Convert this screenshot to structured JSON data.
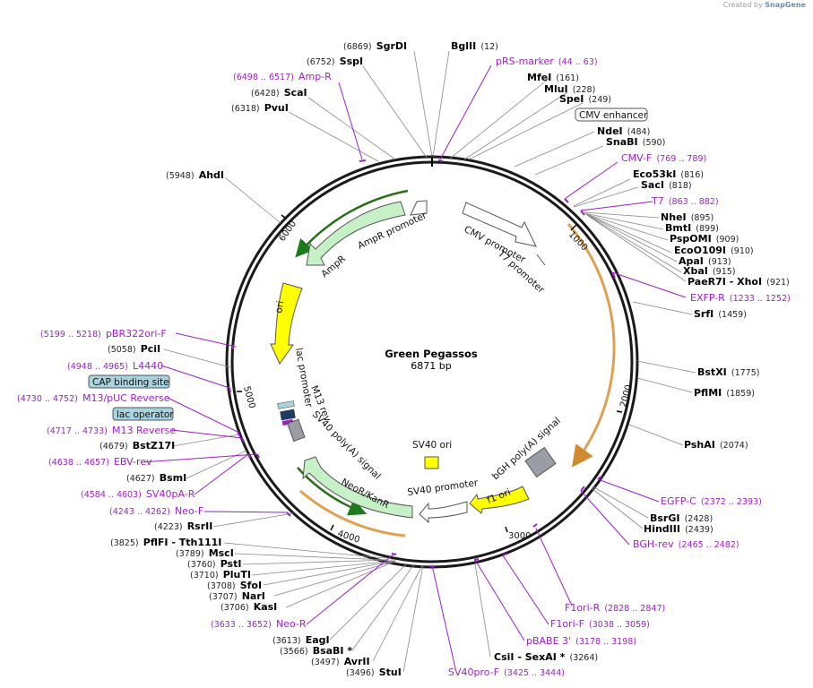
{
  "credit": {
    "prefix": "Created by",
    "brand": "SnapGene"
  },
  "plasmid": {
    "name": "Green Pegassos",
    "length_label": "6871 bp",
    "length": 6871
  },
  "ticks": [
    "1000",
    "2000",
    "3000",
    "4000",
    "5000",
    "6000"
  ],
  "tick_values": [
    1000,
    2000,
    3000,
    4000,
    5000,
    6000
  ],
  "colors": {
    "backbone": "#1a1a1a",
    "enzyme_line": "#888888",
    "primer": "#9b1fc8",
    "green": "#c6f0c6",
    "yellow": "#ffff00",
    "orange_stripe": "#e0a050",
    "grey": "#999ea6",
    "teal": "#a7d3de"
  },
  "enzymes": [
    {
      "name": "SgrDI",
      "pos": "(6869)"
    },
    {
      "name": "BglII",
      "pos": "(12)"
    },
    {
      "name": "SspI",
      "pos": "(6752)"
    },
    {
      "name": "ScaI",
      "pos": "(6428)"
    },
    {
      "name": "PvuI",
      "pos": "(6318)"
    },
    {
      "name": "AhdI",
      "pos": "(5948)"
    },
    {
      "name": "MfeI",
      "pos": "(161)"
    },
    {
      "name": "MluI",
      "pos": "(228)"
    },
    {
      "name": "SpeI",
      "pos": "(249)"
    },
    {
      "name": "NdeI",
      "pos": "(484)"
    },
    {
      "name": "SnaBI",
      "pos": "(590)"
    },
    {
      "name": "Eco53kI",
      "pos": "(816)"
    },
    {
      "name": "SacI",
      "pos": "(818)"
    },
    {
      "name": "NheI",
      "pos": "(895)"
    },
    {
      "name": "BmtI",
      "pos": "(899)"
    },
    {
      "name": "PspOMI",
      "pos": "(909)"
    },
    {
      "name": "EcoO109I",
      "pos": "(910)"
    },
    {
      "name": "ApaI",
      "pos": "(913)"
    },
    {
      "name": "XbaI",
      "pos": "(915)"
    },
    {
      "name": "PaeR7I",
      "name2": "XhoI",
      "pos": "(921)"
    },
    {
      "name": "SrfI",
      "pos": "(1459)"
    },
    {
      "name": "BstXI",
      "pos": "(1775)"
    },
    {
      "name": "PflMI",
      "pos": "(1859)"
    },
    {
      "name": "PshAI",
      "pos": "(2074)"
    },
    {
      "name": "BsrGI",
      "pos": "(2428)"
    },
    {
      "name": "HindIII",
      "pos": "(2439)"
    },
    {
      "name": "CsiI",
      "name2": "SexAI *",
      "pos": "(3264)"
    },
    {
      "name": "StuI",
      "pos": "(3496)"
    },
    {
      "name": "AvrII",
      "pos": "(3497)"
    },
    {
      "name": "BsaBI *",
      "pos": "(3566)"
    },
    {
      "name": "EagI",
      "pos": "(3613)"
    },
    {
      "name": "KasI",
      "pos": "(3706)"
    },
    {
      "name": "NarI",
      "pos": "(3707)"
    },
    {
      "name": "SfoI",
      "pos": "(3708)"
    },
    {
      "name": "PluTI",
      "pos": "(3710)"
    },
    {
      "name": "PstI",
      "pos": "(3760)"
    },
    {
      "name": "MscI",
      "pos": "(3789)"
    },
    {
      "name": "PflFI",
      "name2": "Tth111I",
      "pos": "(3825)"
    },
    {
      "name": "RsrII",
      "pos": "(4223)"
    },
    {
      "name": "BsmI",
      "pos": "(4627)"
    },
    {
      "name": "BstZ17I",
      "pos": "(4679)"
    },
    {
      "name": "PciI",
      "pos": "(5058)"
    }
  ],
  "primers": [
    {
      "name": "Amp-R",
      "range": "(6498 .. 6517)"
    },
    {
      "name": "pRS-marker",
      "range": "(44 .. 63)"
    },
    {
      "name": "CMV-F",
      "range": "(769 .. 789)"
    },
    {
      "name": "T7",
      "range": "(863 .. 882)"
    },
    {
      "name": "EXFP-R",
      "range": "(1233 .. 1252)"
    },
    {
      "name": "EGFP-C",
      "range": "(2372 .. 2393)"
    },
    {
      "name": "BGH-rev",
      "range": "(2465 .. 2482)"
    },
    {
      "name": "F1ori-R",
      "range": "(2828 .. 2847)"
    },
    {
      "name": "F1ori-F",
      "range": "(3038 .. 3059)"
    },
    {
      "name": "pBABE 3'",
      "range": "(3178 .. 3198)"
    },
    {
      "name": "SV40pro-F",
      "range": "(3425 .. 3444)"
    },
    {
      "name": "Neo-R",
      "range": "(3633 .. 3652)"
    },
    {
      "name": "Neo-F",
      "range": "(4243 .. 4262)"
    },
    {
      "name": "SV40pA-R",
      "range": "(4584 .. 4603)"
    },
    {
      "name": "EBV-rev",
      "range": "(4638 .. 4657)"
    },
    {
      "name": "M13 Reverse",
      "range": "(4717 .. 4733)"
    },
    {
      "name": "M13/pUC Reverse",
      "range": "(4730 .. 4752)"
    },
    {
      "name": "L4440",
      "range": "(4948 .. 4965)"
    },
    {
      "name": "pBR322ori-F",
      "range": "(5199 .. 5218)"
    }
  ],
  "boxed_labels": [
    "CMV enhancer",
    "CAP binding site",
    "lac operator"
  ],
  "features": {
    "cmv_promoter": "CMV promoter",
    "t7_promoter": "T7 promoter",
    "ampr_promoter": "AmpR promoter",
    "ampr": "AmpR",
    "ori": "ori",
    "lac_promoter": "lac promoter",
    "m13_rev": "M13 rev",
    "sv40_polya": "SV40 poly(A) signal",
    "neor": "NeoR/KanR",
    "sv40_promoter": "SV40 promoter",
    "sv40_ori": "SV40 ori",
    "f1_ori": "f1 ori",
    "bgh_polya": "bGH poly(A) signal"
  }
}
